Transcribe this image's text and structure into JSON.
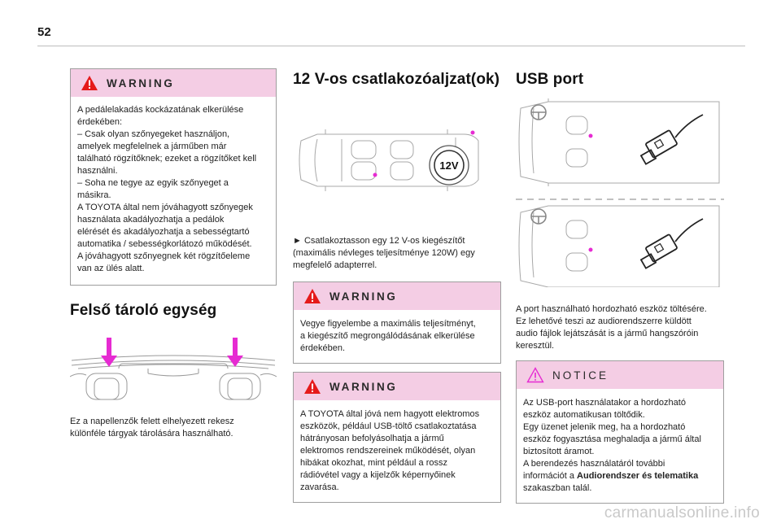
{
  "page": {
    "number": "52",
    "watermark": "carmanualsonline.info"
  },
  "warning_mats": {
    "title": "WARNING",
    "lines": [
      "A pedálelakadás kockázatának elkerülése",
      "érdekében:",
      "– Csak olyan szőnyegeket használjon,",
      "amelyek megfelelnek a járműben már",
      "található rögzítőknek; ezeket a rögzítőket kell",
      "használni.",
      "– Soha ne tegye az egyik szőnyeget a",
      "másikra.",
      "A TOYOTA által nem jóváhagyott szőnyegek",
      "használata akadályozhatja a pedálok",
      "elérését és akadályozhatja a sebességtartó",
      "automatika / sebességkorlátozó működését.",
      "A jóváhagyott szőnyegnek két rögzítőeleme",
      "van az ülés alatt."
    ]
  },
  "storage": {
    "heading": "Felső tároló egység",
    "lines": [
      "Ez a napellenzők felett elhelyezett rekesz",
      "különféle tárgyak tárolására használható."
    ]
  },
  "socket": {
    "heading": "12 V-os csatlakozóaljzat(ok)",
    "socket_label": "12V",
    "lines": [
      "► Csatlakoztasson egy 12 V-os kiegészítőt",
      "(maximális névleges teljesítménye 120W) egy",
      "megfelelő adapterrel."
    ]
  },
  "warning_power": {
    "title": "WARNING",
    "lines": [
      "Vegye figyelembe a maximális teljesítményt,",
      "a kiegészítő megrongálódásának elkerülése",
      "érdekében."
    ]
  },
  "warning_electronics": {
    "title": "WARNING",
    "lines": [
      "A TOYOTA által jóvá nem hagyott elektromos",
      "eszközök, például USB-töltő csatlakoztatása",
      "hátrányosan befolyásolhatja a jármű",
      "elektromos rendszereinek működését, olyan",
      "hibákat okozhat, mint például a rossz",
      "rádióvétel vagy a kijelzők képernyőinek",
      "zavarása."
    ]
  },
  "usb": {
    "heading": "USB port",
    "lines": [
      "A port használható hordozható eszköz töltésére.",
      "Ez lehetővé teszi az audiorendszerre küldött",
      "audio fájlok lejátszását is a jármű hangszóróin",
      "keresztül."
    ]
  },
  "notice_usb": {
    "title": "NOTICE",
    "lines": [
      "Az USB-port használatakor a hordozható",
      "eszköz automatikusan töltődik.",
      "Egy üzenet jelenik meg, ha a hordozható",
      "eszköz fogyasztása meghaladja a jármű által",
      "biztosított áramot.",
      "A berendezés használatáról további"
    ],
    "last_prefix": "információt a ",
    "last_bold": "Audiorendszer és telematika",
    "last_line2": "szakaszban talál."
  },
  "colors": {
    "warning_header": "#f4cde4",
    "accent_magenta": "#e62bd2",
    "border": "#9e9e9e"
  }
}
